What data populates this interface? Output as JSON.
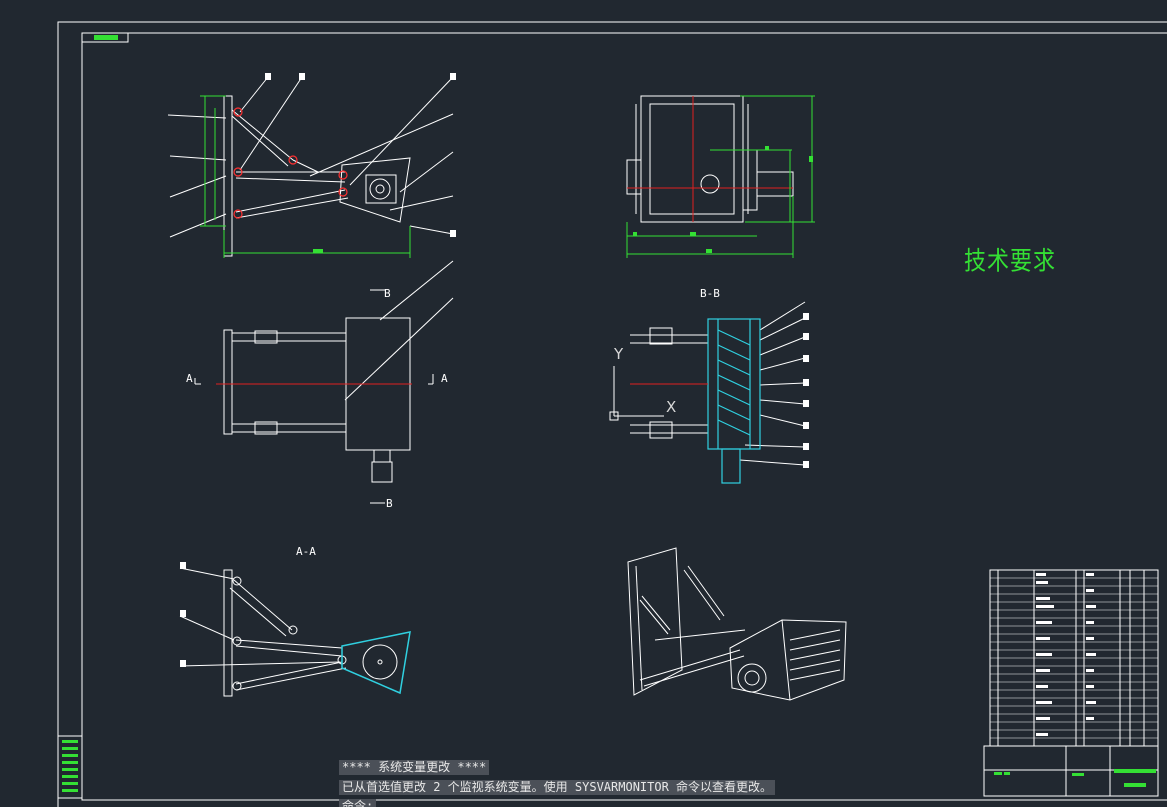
{
  "drawing": {
    "technical_requirements_title": "技术要求",
    "view_labels": {
      "section_bb": "B-B",
      "section_aa": "A-A",
      "cut_b_top": "B",
      "cut_b_bottom": "B",
      "cut_a_left": "A",
      "cut_a_right": "A"
    },
    "ucs": {
      "y_axis": "Y",
      "x_axis": "X"
    }
  },
  "command_window": {
    "line1": "**** 系统变量更改 ****",
    "line2": "已从首选值更改 2 个监视系统变量。使用 SYSVARMONITOR 命令以查看更改。",
    "line3": "命令:"
  },
  "colors": {
    "background": "#212830",
    "lines": "#ffffff",
    "dimensions": "#34e034",
    "centerline": "#e02020",
    "hatch_highlight": "#30d0e0"
  }
}
